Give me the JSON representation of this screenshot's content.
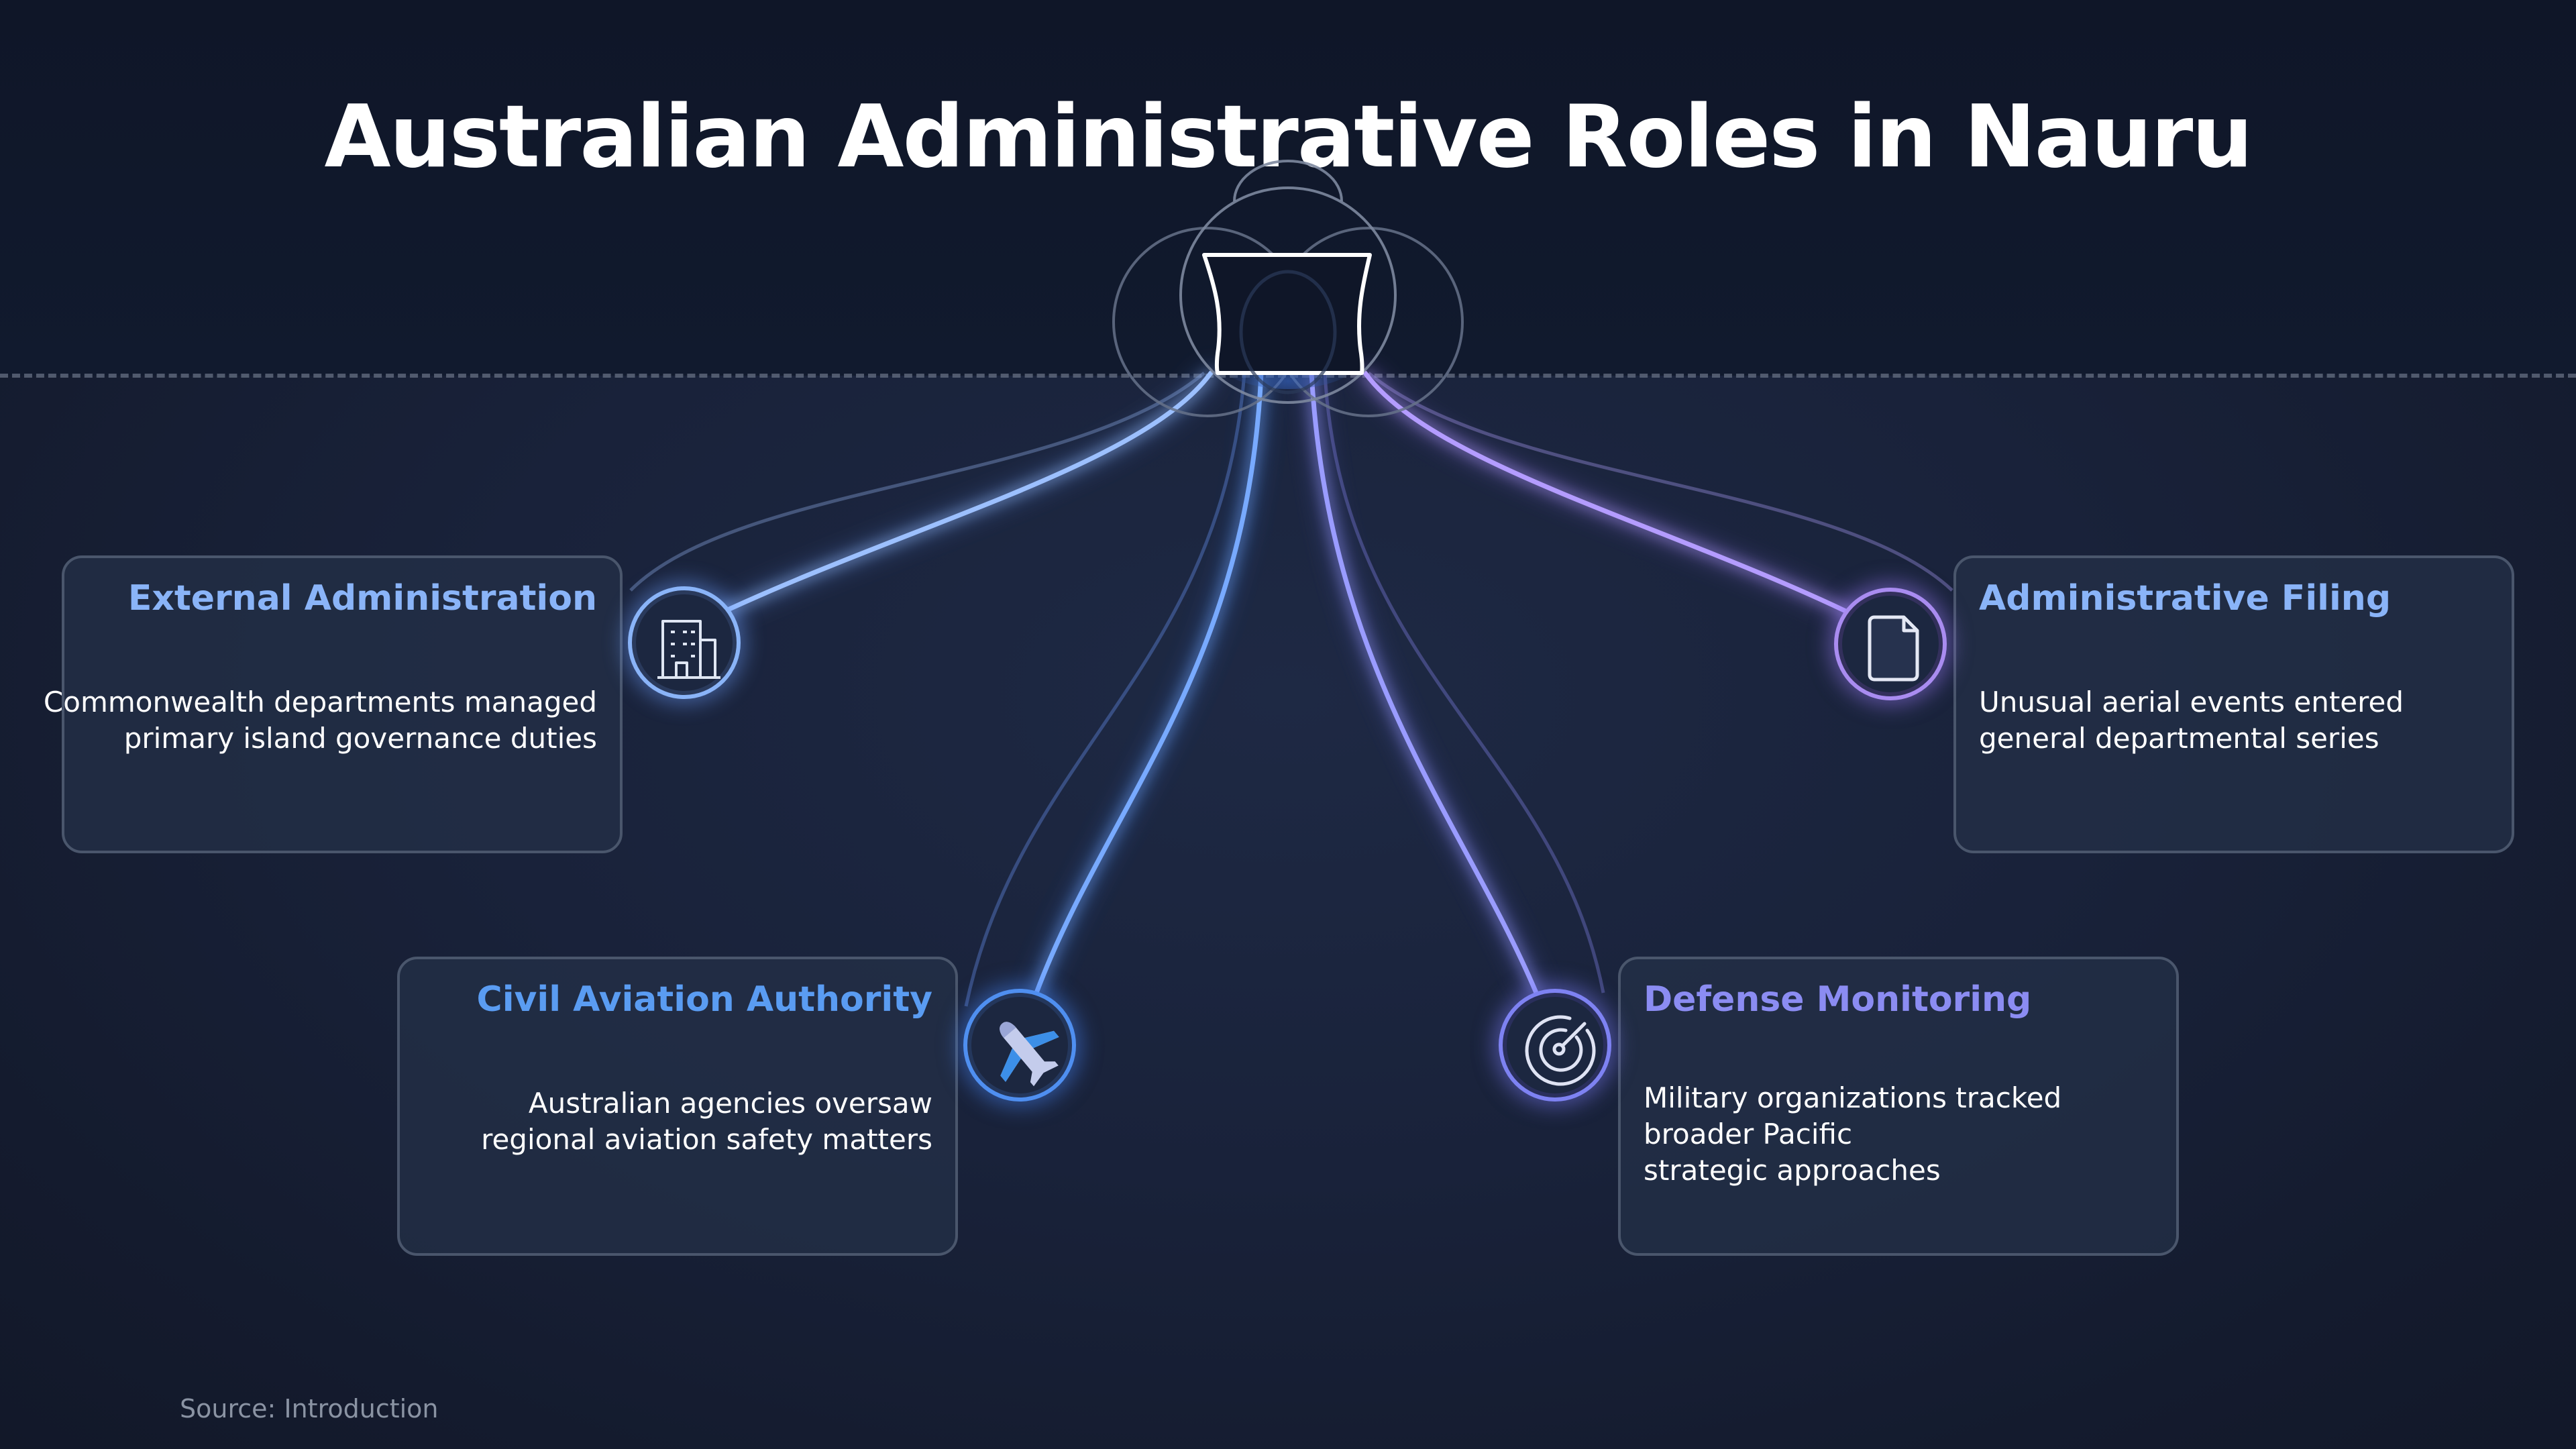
{
  "title": "Australian Administrative Roles in Nauru",
  "source": "Source: Introduction",
  "hub_icon": "cloud-shield-icon",
  "cards": [
    {
      "id": "external-administration",
      "title": "External Administration",
      "body_lines": [
        "Commonwealth departments managed",
        "primary island governance duties"
      ],
      "icon": "building-icon",
      "accent": "#8ab4f8"
    },
    {
      "id": "civil-aviation-authority",
      "title": "Civil Aviation Authority",
      "body_lines": [
        "Australian agencies oversaw",
        "regional aviation safety matters"
      ],
      "icon": "airplane-icon",
      "accent": "#5a9cf2"
    },
    {
      "id": "defense-monitoring",
      "title": "Defense Monitoring",
      "body_lines": [
        "Military organizations tracked",
        "broader Pacific",
        "strategic approaches"
      ],
      "icon": "radar-icon",
      "accent": "#8b8cf2"
    },
    {
      "id": "administrative-filing",
      "title": "Administrative Filing",
      "body_lines": [
        "Unusual aerial events entered",
        "general departmental series"
      ],
      "icon": "document-icon",
      "accent": "#8ab4f8"
    }
  ]
}
